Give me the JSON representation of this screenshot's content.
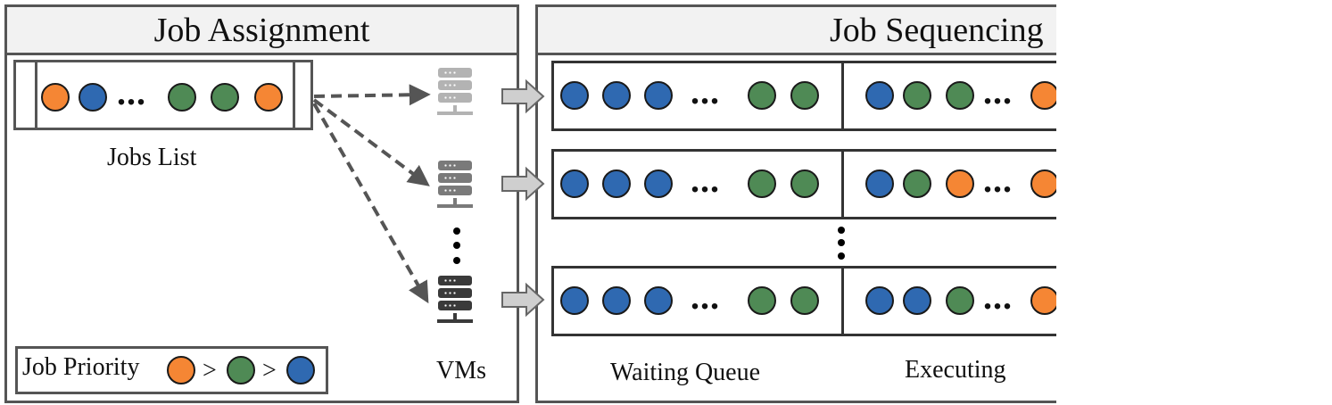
{
  "job_assignment": {
    "title": "Job Assignment",
    "jobs_list_label": "Jobs List",
    "jobs_list": [
      "orange",
      "blue",
      "...",
      "green",
      "green",
      "orange"
    ],
    "vms_label": "VMs",
    "priority_legend": {
      "label": "Job Priority",
      "order": [
        "orange",
        "green",
        "blue"
      ],
      "separator": ">"
    }
  },
  "job_sequencing": {
    "title": "Job Sequencing",
    "waiting_queue_label": "Waiting Queue",
    "executing_label": "Executing",
    "rows": [
      {
        "waiting": [
          "blue",
          "blue",
          "blue",
          "...",
          "green",
          "green"
        ],
        "executing": [
          "blue",
          "green",
          "green",
          "...",
          "orange"
        ]
      },
      {
        "waiting": [
          "blue",
          "blue",
          "blue",
          "...",
          "green",
          "green"
        ],
        "executing": [
          "blue",
          "green",
          "orange",
          "...",
          "orange"
        ]
      },
      {
        "waiting": [
          "blue",
          "blue",
          "blue",
          "...",
          "green",
          "green"
        ],
        "executing": [
          "blue",
          "blue",
          "green",
          "...",
          "orange"
        ]
      }
    ]
  },
  "ellipsis": "...",
  "colors": {
    "blue": "#2f69b1",
    "green": "#4f8a55",
    "orange": "#f58634",
    "vm_light": "#b3b3b3",
    "vm_mid": "#7a7a7a",
    "vm_dark": "#3a3a3a",
    "arrow": "#555555"
  }
}
